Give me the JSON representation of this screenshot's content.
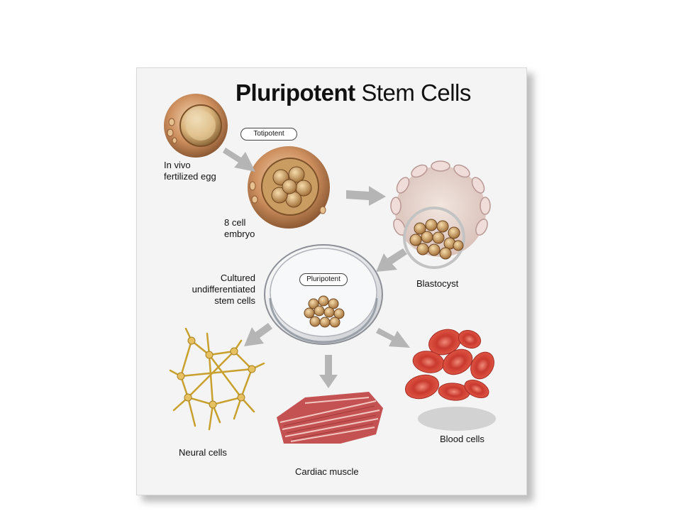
{
  "title": {
    "bold": "Pluripotent",
    "rest": "Stem Cells"
  },
  "badges": {
    "totipotent": "Totipotent",
    "pluripotent": "Pluripotent"
  },
  "labels": {
    "egg": [
      "In vivo",
      "fertilized egg"
    ],
    "embryo": [
      "8 cell",
      "embryo"
    ],
    "cultured": [
      "Cultured",
      "undifferentiated",
      "stem cells"
    ],
    "blastocyst": "Blastocyst",
    "neural": "Neural cells",
    "cardiac": "Cardiac muscle",
    "blood": "Blood cells"
  },
  "colors": {
    "panel": "#f4f4f4",
    "arrow": "#b5b5b5",
    "egg": "#c98a52",
    "blastocyst": "#e7d3cf",
    "neural": "#d9b24a",
    "cardiac": "#c05050",
    "blood": "#d8443a"
  },
  "icons": [
    "egg-cell-icon",
    "eight-cell-embryo-icon",
    "blastocyst-icon",
    "petri-dish-icon",
    "neural-cells-icon",
    "cardiac-muscle-icon",
    "blood-cells-icon"
  ]
}
